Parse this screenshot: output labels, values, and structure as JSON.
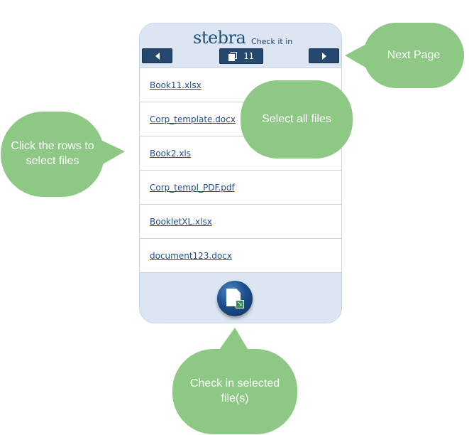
{
  "app": {
    "brand": "stebra",
    "tagline": "Check it in"
  },
  "toolbar": {
    "prev_icon": "triangle-left",
    "next_icon": "triangle-right",
    "select_all_icon": "copy-pages-icon",
    "file_count": "11"
  },
  "files": [
    "Book11.xlsx",
    "Corp_template.docx",
    "Book2.xls",
    "Corp_templ_PDF.pdf",
    "BookletXL.xlsx",
    "document123.docx"
  ],
  "footer": {
    "checkin_icon": "document-checkin-icon"
  },
  "callouts": {
    "next_page": "Next Page",
    "select_all": "Select all files",
    "click_rows": "Click the rows to select files",
    "check_in": "Check in selected file(s)"
  },
  "colors": {
    "panel_bg": "#dce6f3",
    "nav_button": "#24486e",
    "brand": "#1f4e79",
    "link": "#1f4e8c",
    "callout": "#8dc884"
  }
}
